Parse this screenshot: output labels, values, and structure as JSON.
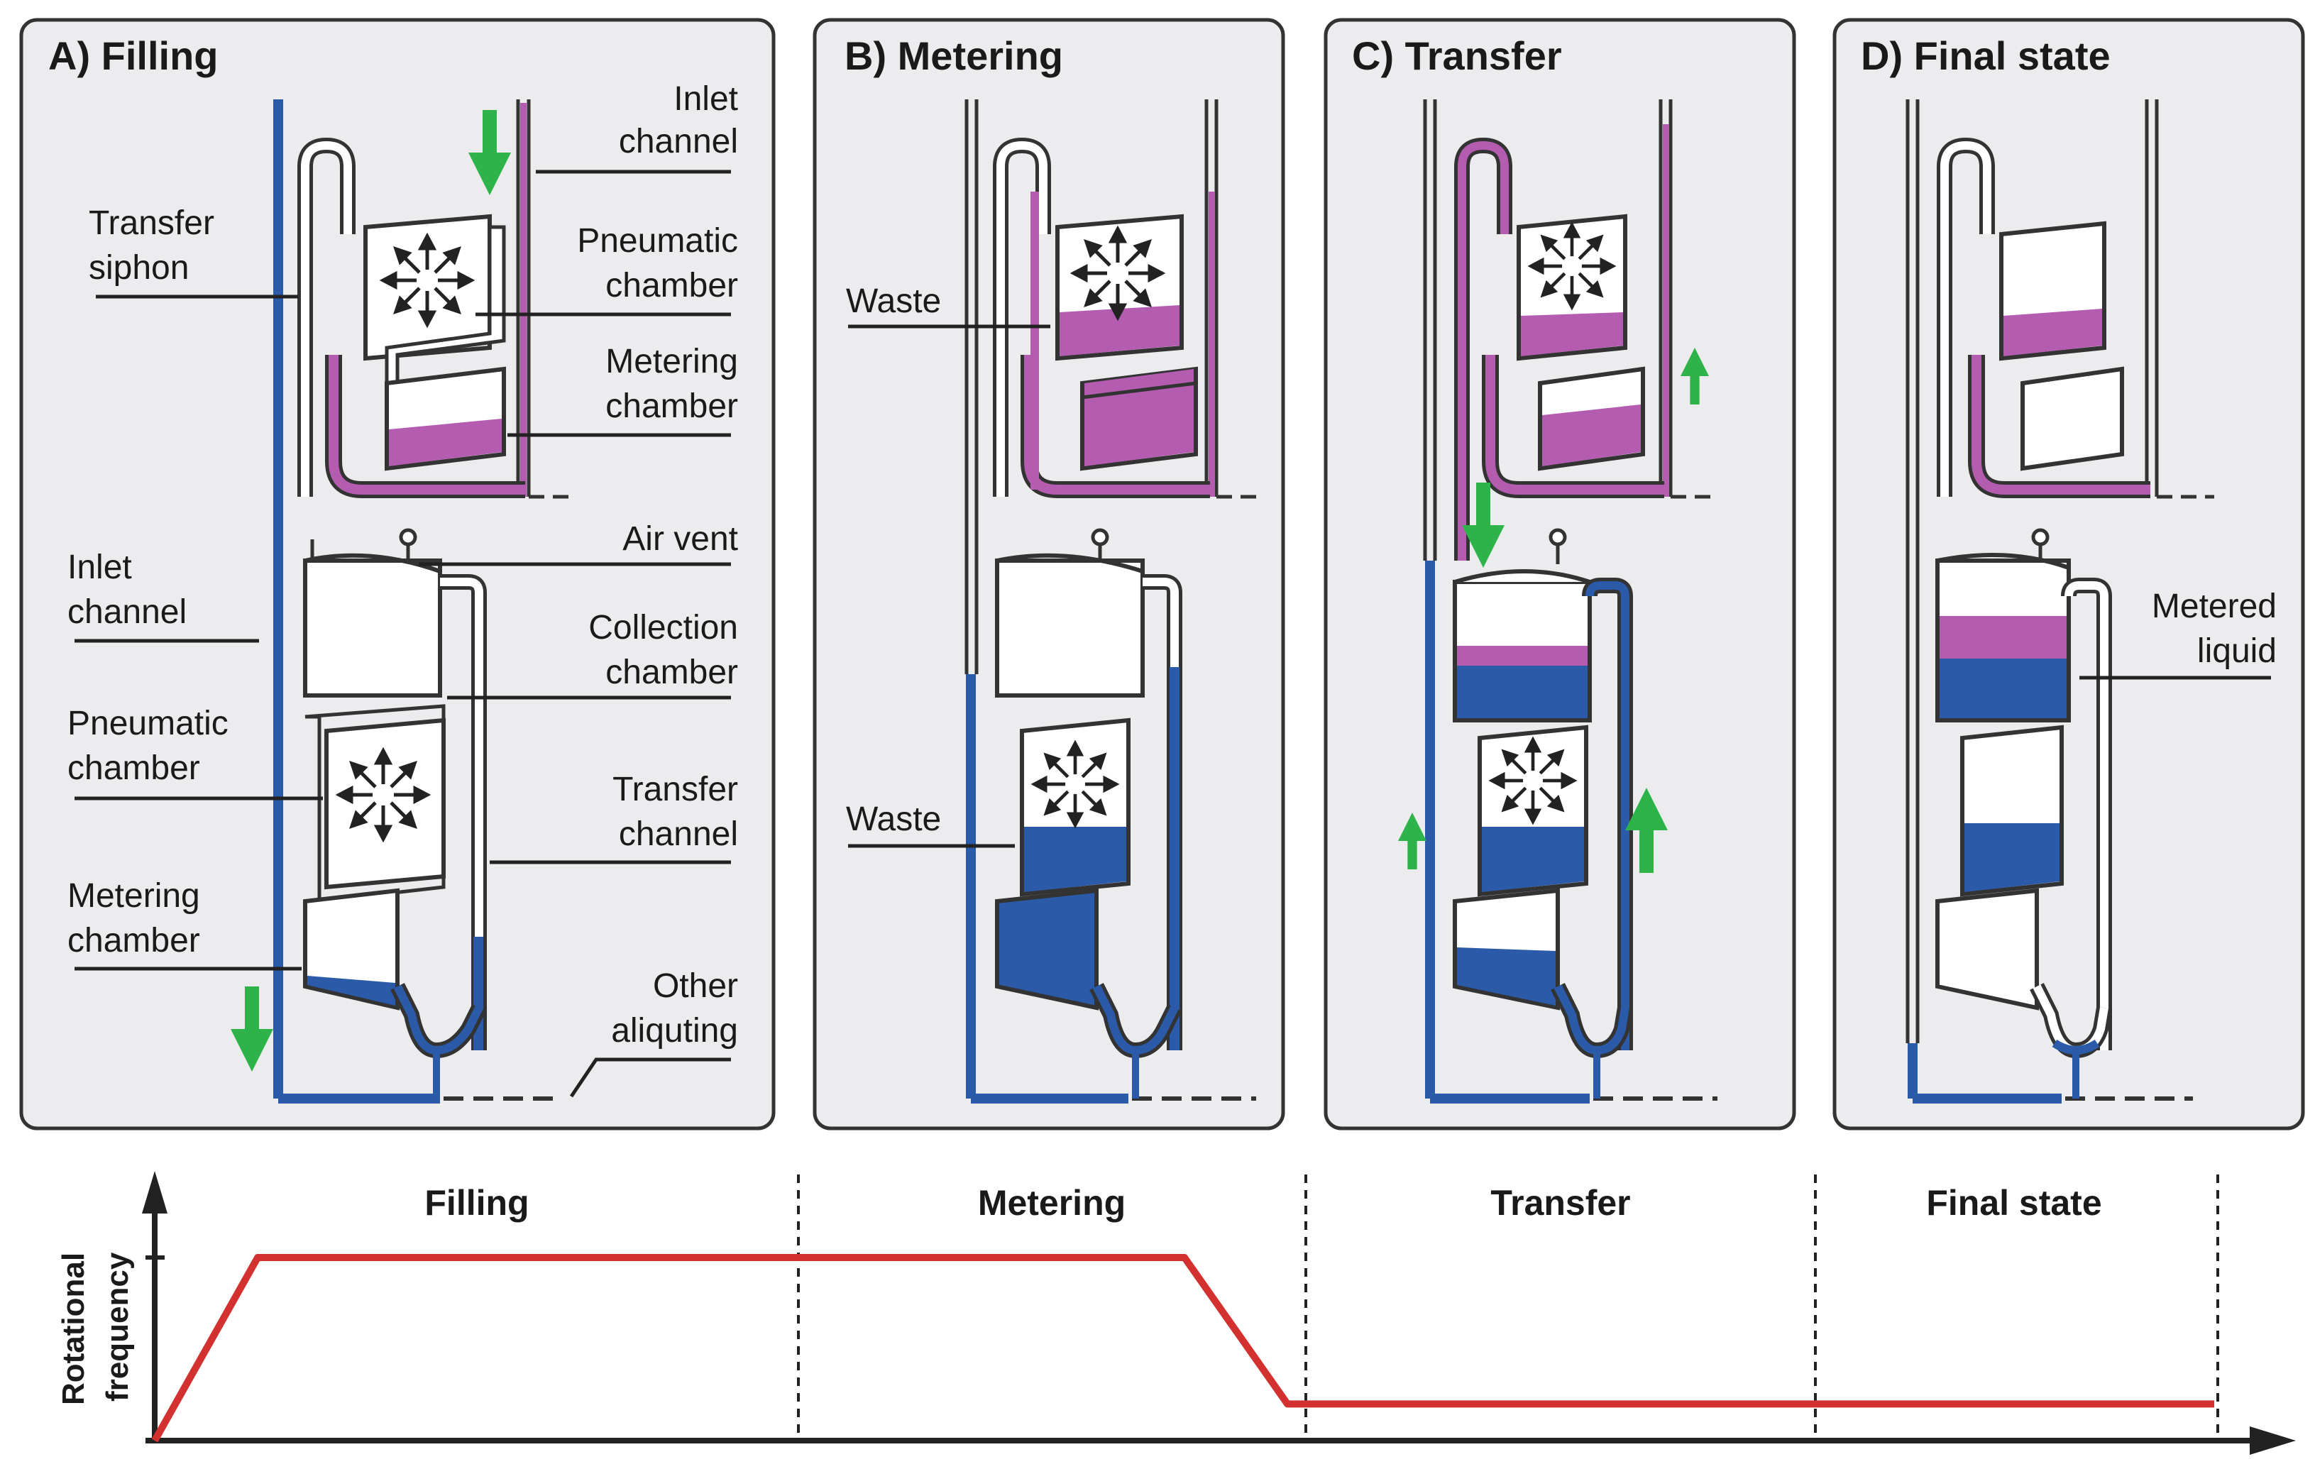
{
  "panels": [
    {
      "title": "A) Filling",
      "labels": {
        "inlet_top_1": "Inlet",
        "inlet_top_2": "channel",
        "siphon_1": "Transfer",
        "siphon_2": "siphon",
        "pneu_top_1": "Pneumatic",
        "pneu_top_2": "chamber",
        "meter_top_1": "Metering",
        "meter_top_2": "chamber",
        "air_vent": "Air vent",
        "inlet_left_1": "Inlet",
        "inlet_left_2": "channel",
        "collection_1": "Collection",
        "collection_2": "chamber",
        "pneu_bot_1": "Pneumatic",
        "pneu_bot_2": "chamber",
        "transfer_ch_1": "Transfer",
        "transfer_ch_2": "channel",
        "meter_bot_1": "Metering",
        "meter_bot_2": "chamber",
        "other_1": "Other",
        "other_2": "aliquting"
      }
    },
    {
      "title": "B) Metering",
      "labels": {
        "waste_top": "Waste",
        "waste_bot": "Waste"
      }
    },
    {
      "title": "C) Transfer"
    },
    {
      "title": "D) Final state",
      "labels": {
        "metered_1": "Metered",
        "metered_2": "liquid"
      }
    }
  ],
  "colors": {
    "blue": "#2a5aa8",
    "magenta": "#b45cb0",
    "green": "#2db34a",
    "red": "#d3312f",
    "panel_bg": "#ececef"
  },
  "plot": {
    "ylabel_1": "Rotational",
    "ylabel_2": "frequency",
    "phases": [
      "Filling",
      "Metering",
      "Transfer",
      "Final state"
    ]
  },
  "chart_data": {
    "type": "line",
    "categories": [
      "Filling",
      "Metering",
      "Transfer",
      "Final state"
    ],
    "series": [
      {
        "values": [
          0,
          1,
          1,
          1,
          0.2,
          0.2
        ]
      }
    ],
    "x": [
      0,
      0.05,
      0.5,
      0.5,
      0.55,
      1.0
    ]
  }
}
